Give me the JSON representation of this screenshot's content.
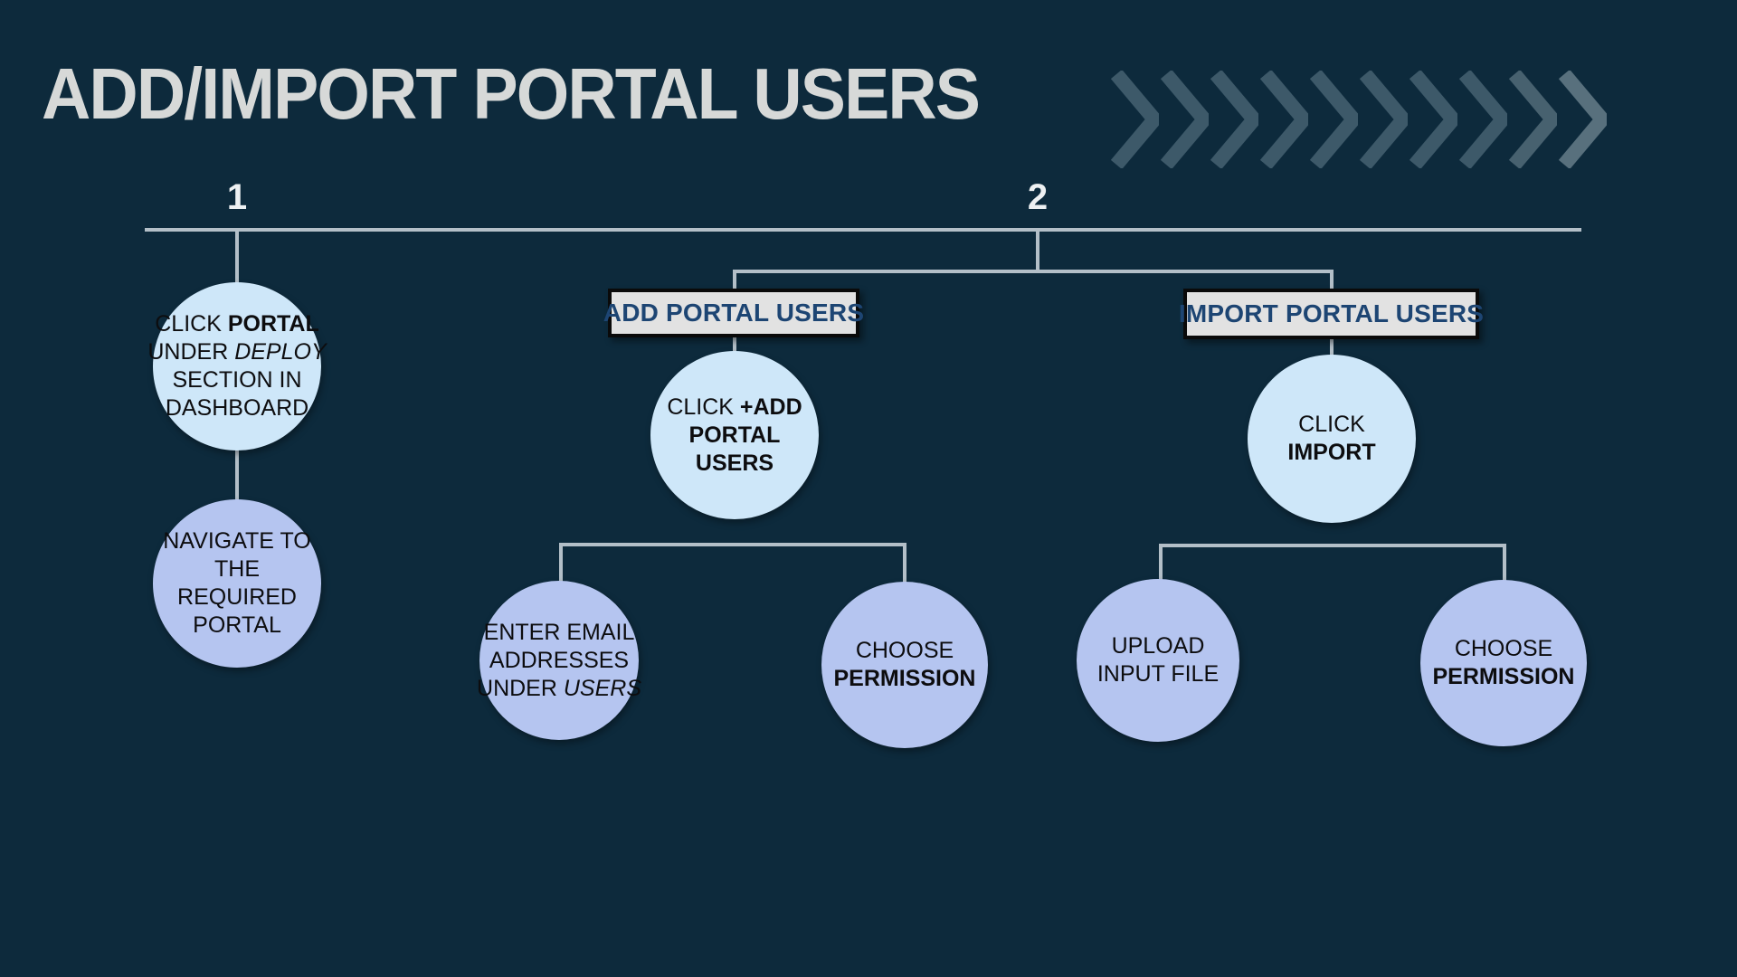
{
  "title": {
    "text": "ADD/IMPORT PORTAL USERS"
  },
  "decor": {
    "chevron_icon": "chevron-right",
    "chevron_colors": [
      "#3d5969",
      "#3d5969",
      "#3d5969",
      "#3d5969",
      "#3d5969",
      "#3d5969",
      "#3d5969",
      "#3d5969",
      "#47616f",
      "#58707d"
    ]
  },
  "branch_labels": {
    "one": "1",
    "two": "2"
  },
  "boxes": {
    "add": {
      "label": "ADD PORTAL USERS"
    },
    "import": {
      "label": "IMPORT PORTAL USERS"
    }
  },
  "nodes": {
    "click_portal": {
      "lines": [
        [
          "CLICK ",
          "PORTAL"
        ],
        [
          "UNDER ",
          "DEPLOY"
        ],
        [
          "SECTION IN"
        ],
        [
          "DASHBOARD"
        ]
      ]
    },
    "navigate_portal": {
      "lines": [
        [
          "NAVIGATE TO"
        ],
        [
          "THE"
        ],
        [
          "REQUIRED"
        ],
        [
          "PORTAL"
        ]
      ]
    },
    "click_add": {
      "lines": [
        [
          "CLICK ",
          "+ADD"
        ],
        [
          "PORTAL"
        ],
        [
          "USERS"
        ]
      ]
    },
    "enter_email": {
      "lines": [
        [
          "ENTER EMAIL"
        ],
        [
          "ADDRESSES"
        ],
        [
          "UNDER ",
          "USERS"
        ]
      ]
    },
    "choose_permission_add": {
      "lines": [
        [
          "CHOOSE"
        ],
        [
          "PERMISSION"
        ]
      ]
    },
    "click_import": {
      "lines": [
        [
          "CLICK"
        ],
        [
          "IMPORT"
        ]
      ]
    },
    "upload_input": {
      "lines": [
        [
          "UPLOAD"
        ],
        [
          "INPUT FILE"
        ]
      ]
    },
    "choose_permission_import": {
      "lines": [
        [
          "CHOOSE"
        ],
        [
          "PERMISSION"
        ]
      ]
    }
  },
  "colors": {
    "bg": "#0d2a3c",
    "title": "#d7d9d8",
    "line": "#b3bfc8",
    "circle_light": "#cee7f9",
    "circle_peri": "#b5c5f0",
    "circle_text": "#0d0d0f",
    "box_fill": "#e2e2e2",
    "box_border": "#0a0a0a",
    "box_text": "#1d4573",
    "label": "#edf0f2"
  }
}
